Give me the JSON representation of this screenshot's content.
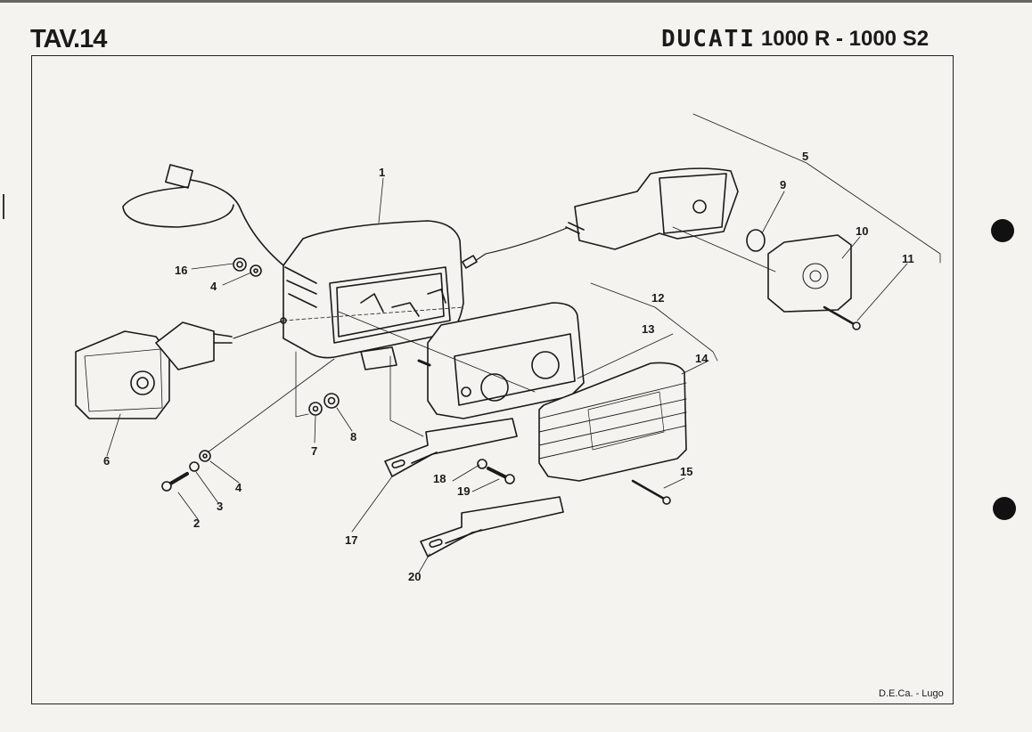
{
  "header": {
    "plate": "TAV.14",
    "brand_logo": "DUCATI",
    "model": "1000 R - 1000 S2"
  },
  "footer": {
    "credit": "D.E.Ca. - Lugo"
  },
  "callouts": [
    {
      "id": "1",
      "label": "1"
    },
    {
      "id": "2",
      "label": "2"
    },
    {
      "id": "3",
      "label": "3"
    },
    {
      "id": "4a",
      "label": "4"
    },
    {
      "id": "4b",
      "label": "4"
    },
    {
      "id": "5",
      "label": "5"
    },
    {
      "id": "6",
      "label": "6"
    },
    {
      "id": "7",
      "label": "7"
    },
    {
      "id": "8",
      "label": "8"
    },
    {
      "id": "9",
      "label": "9"
    },
    {
      "id": "10",
      "label": "10"
    },
    {
      "id": "11",
      "label": "11"
    },
    {
      "id": "12",
      "label": "12"
    },
    {
      "id": "13",
      "label": "13"
    },
    {
      "id": "14",
      "label": "14"
    },
    {
      "id": "15",
      "label": "15"
    },
    {
      "id": "16",
      "label": "16"
    },
    {
      "id": "17",
      "label": "17"
    },
    {
      "id": "18",
      "label": "18"
    },
    {
      "id": "19",
      "label": "19"
    },
    {
      "id": "20",
      "label": "20"
    }
  ],
  "parts": [
    "tail-light-housing",
    "left-turn-signal",
    "right-turn-signal-assembly",
    "tail-light-unit",
    "tail-light-lens",
    "license-plate-bracket-upper",
    "license-plate-bracket-lower",
    "wiring-harness-connector"
  ]
}
